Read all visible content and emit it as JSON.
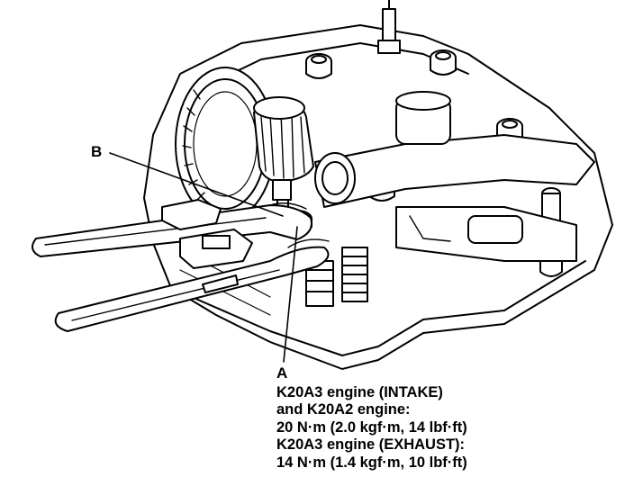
{
  "callouts": {
    "b": "B",
    "a": "A"
  },
  "spec": {
    "lines": [
      "K20A3 engine (INTAKE)",
      "and K20A2 engine:",
      "20 N·m (2.0 kgf·m, 14 lbf·ft)",
      "K20A3 engine (EXHAUST):",
      "14 N·m (1.4 kgf·m, 10 lbf·ft)"
    ]
  },
  "colors": {
    "ink": "#000000",
    "paper": "#ffffff"
  }
}
